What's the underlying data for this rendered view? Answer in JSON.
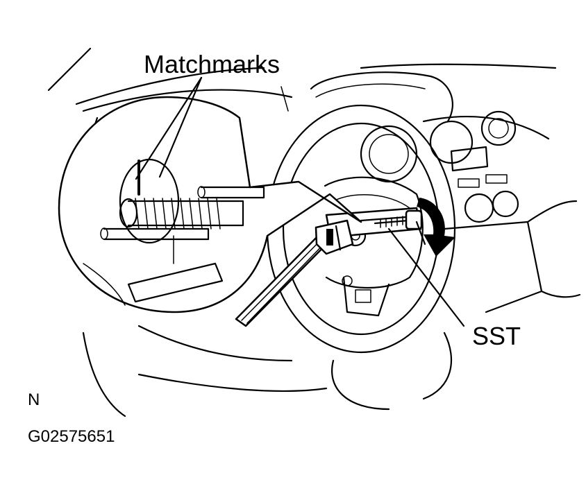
{
  "labels": {
    "matchmarks": "Matchmarks",
    "sst": "SST",
    "orientation": "N",
    "figure_id": "G02575651"
  },
  "colors": {
    "line": "#000000",
    "background": "#ffffff"
  }
}
